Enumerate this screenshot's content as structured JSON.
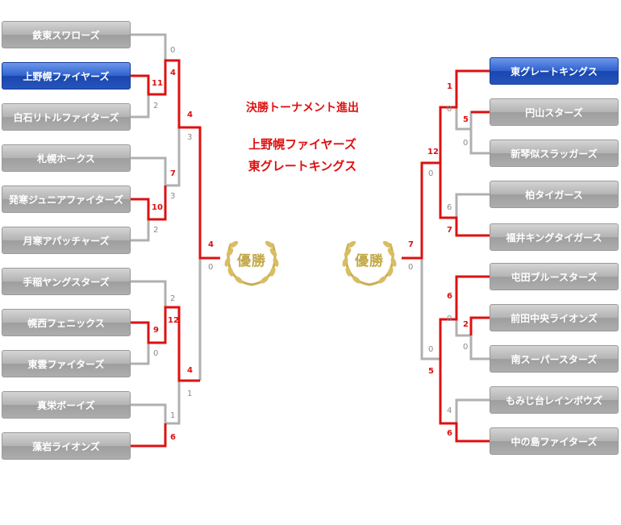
{
  "title": "決勝トーナメント進出",
  "finalists": [
    "上野幌ファイヤーズ",
    "東グレートキングス"
  ],
  "champion_label": "優勝",
  "colors": {
    "winner_line": "#dd1111",
    "loser_line": "#b0b0b0",
    "team_box": "#b3b3b3",
    "champion_box": "#2f62cf"
  },
  "left_teams": [
    "鉄東スワローズ",
    "上野幌ファイヤーズ",
    "白石リトルファイターズ",
    "札幌ホークス",
    "発寒ジュニアファイターズ",
    "月寒アパッチャーズ",
    "手稲ヤングスターズ",
    "幌西フェニックス",
    "東雲ファイターズ",
    "真栄ボーイズ",
    "藻岩ライオンズ"
  ],
  "right_teams": [
    "東グレートキングス",
    "円山スターズ",
    "新琴似スラッガーズ",
    "柏タイガース",
    "福井キングタイガース",
    "屯田ブルースターズ",
    "前田中央ライオンズ",
    "南スーパースターズ",
    "もみじ台レインボウズ",
    "中の島ファイターズ"
  ],
  "left_scores": [
    "0",
    "11",
    "2",
    "4",
    "3",
    "7",
    "3",
    "10",
    "2",
    "4",
    "0",
    "2",
    "12",
    "9",
    "0",
    "4",
    "1",
    "1",
    "6"
  ],
  "right_scores": [
    "1",
    "0",
    "5",
    "0",
    "12",
    "0",
    "6",
    "7",
    "7",
    "0",
    "6",
    "0",
    "2",
    "0",
    "0",
    "5",
    "4",
    "6"
  ]
}
